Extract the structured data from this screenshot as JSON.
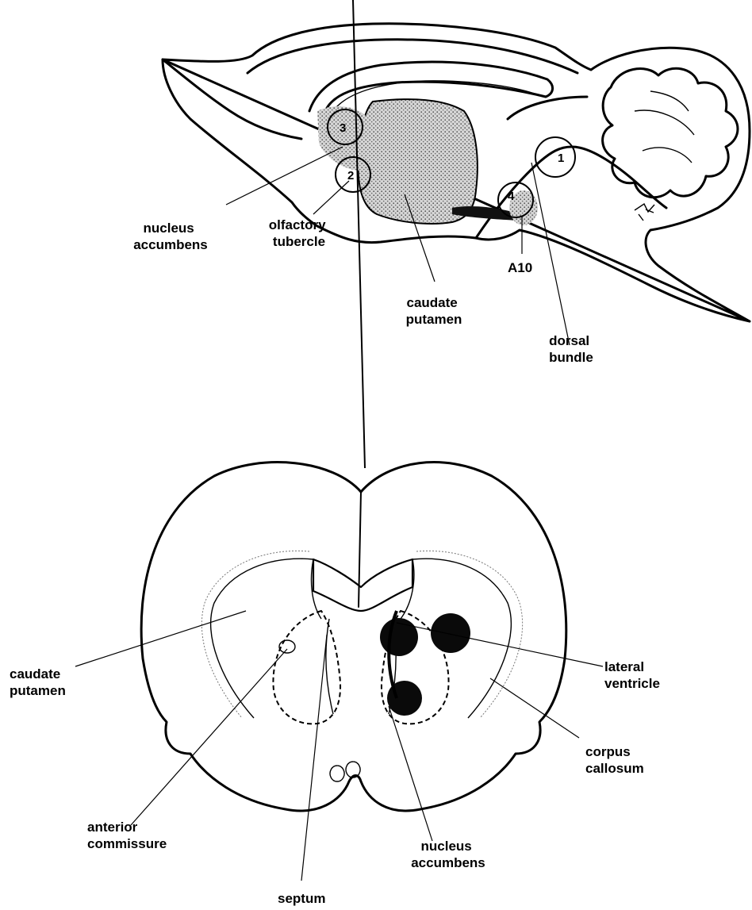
{
  "sagittal": {
    "labels": {
      "nucleus_accumbens": [
        "nucleus",
        "accumbens"
      ],
      "olfactory_tubercle": [
        "olfactory",
        "tubercle"
      ],
      "caudate_putamen": [
        "caudate",
        "putamen"
      ],
      "a10": "A10",
      "dorsal_bundle": [
        "dorsal",
        "bundle"
      ]
    },
    "sites": [
      "1",
      "2",
      "3",
      "4"
    ]
  },
  "coronal": {
    "labels": {
      "caudate_putamen": [
        "caudate",
        "putamen"
      ],
      "lateral_ventricle": [
        "lateral",
        "ventricle"
      ],
      "corpus_callosum": [
        "corpus",
        "callosum"
      ],
      "anterior_commissure": [
        "anterior",
        "commissure"
      ],
      "nucleus_accumbens": [
        "nucleus",
        "accumbens"
      ],
      "septum": "septum"
    }
  },
  "colors": {
    "ink": "#000000",
    "stipple": "#9a9a9a",
    "lesion": "#0a0a0a"
  }
}
